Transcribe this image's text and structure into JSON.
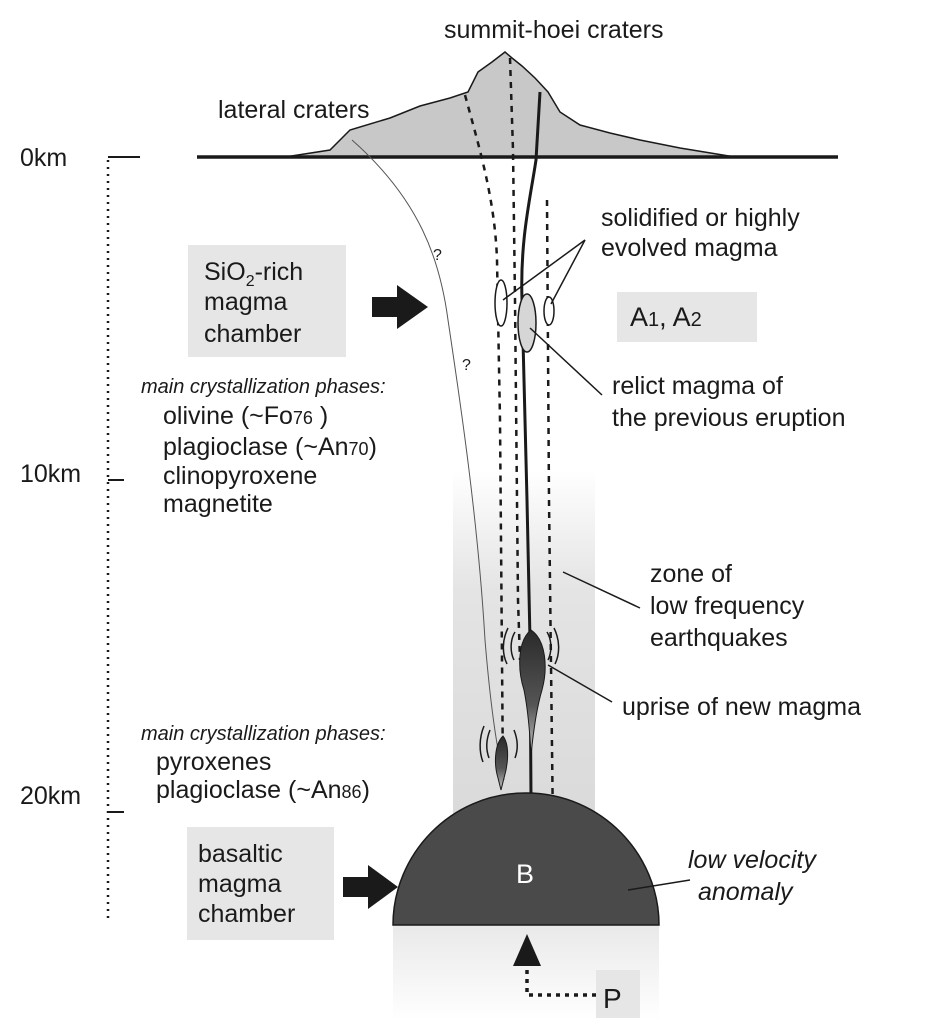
{
  "labels": {
    "summit_craters": "summit-hoei craters",
    "lateral_craters": "lateral craters",
    "depth_0": "0km",
    "depth_10": "10km",
    "depth_20": "20km",
    "sio2_chamber_pre": "SiO",
    "sio2_chamber_sub": "2",
    "sio2_chamber_post": "-rich",
    "sio2_chamber_line2": "magma",
    "sio2_chamber_line3": "chamber",
    "solidified_line1": "solidified or highly",
    "solidified_line2": "evolved magma",
    "a_label_a": "A",
    "a_label_sub1": "1",
    "a_label_sep": ", A",
    "a_label_sub2": "2",
    "relict_line1": "relict magma of",
    "relict_line2": "the previous eruption",
    "upper_phases_title": "main crystallization phases:",
    "upper_phase1_pre": "olivine (~Fo",
    "upper_phase1_sub": "76",
    "upper_phase1_post": " )",
    "upper_phase2_pre": "plagioclase (~An",
    "upper_phase2_sub": "70",
    "upper_phase2_post": ")",
    "upper_phase3": "clinopyroxene",
    "upper_phase4": "magnetite",
    "lfe_line1": "zone of",
    "lfe_line2": "low frequency",
    "lfe_line3": "earthquakes",
    "uprise": "uprise of new magma",
    "lower_phases_title": "main crystallization phases:",
    "lower_phase1": "pyroxenes",
    "lower_phase2_pre": "plagioclase (~An",
    "lower_phase2_sub": "86",
    "lower_phase2_post": ")",
    "basaltic_line1": "basaltic",
    "basaltic_line2": "magma",
    "basaltic_line3": "chamber",
    "chamber_b": "B",
    "lva_line1": "low velocity",
    "lva_line2": "anomaly",
    "p_label": "P",
    "question_mark": "?"
  },
  "colors": {
    "chamber_fill": "#4a4a4a",
    "volcano_fill": "#c8c8c8",
    "box_fill": "#e6e6e6",
    "lfe_zone": "#d9d9d9"
  }
}
